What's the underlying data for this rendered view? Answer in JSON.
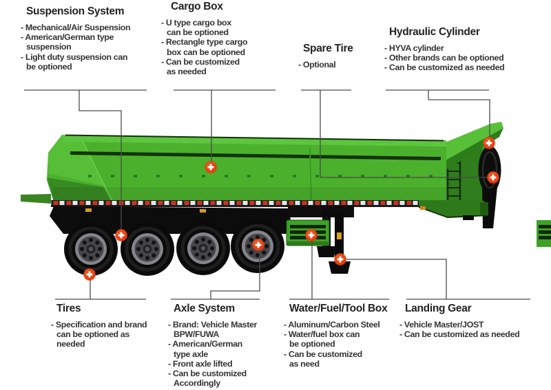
{
  "colors": {
    "accent_orange": "#e8481c",
    "connector_gray": "#4a4a4a",
    "trailer_green": "#4bb12d",
    "text_dark": "#2d2d2d"
  },
  "sections": [
    {
      "id": "suspension-system",
      "title": "Suspension System",
      "lines": [
        "- Mechanical/Air Suspension",
        "- American/German type",
        "suspension",
        "- Light duty suspension can",
        "be optioned"
      ]
    },
    {
      "id": "cargo-box",
      "title": "Cargo Box",
      "lines": [
        "- U type cargo box",
        "can be optioned",
        "- Rectangle type cargo",
        "box can be optioned",
        "- Can be customized",
        "as needed"
      ]
    },
    {
      "id": "spare-tire",
      "title": "Spare Tire",
      "lines": [
        "- Optional"
      ]
    },
    {
      "id": "hydraulic-cylinder",
      "title": "Hydraulic Cylinder",
      "lines": [
        "- HYVA cylinder",
        "- Other brands can be optioned",
        "- Can be customized as needed"
      ]
    },
    {
      "id": "tires",
      "title": "Tires",
      "lines": [
        "- Specification and brand",
        "can be optioned as",
        "needed"
      ]
    },
    {
      "id": "axle-system",
      "title": "Axle System",
      "lines": [
        "- Brand: Vehicle Master",
        "BPW/FUWA",
        "- American/German",
        "type axle",
        "- Front axle lifted",
        "- Can be customized",
        "Accordingly"
      ]
    },
    {
      "id": "water-fuel-tool-box",
      "title": "Water/Fuel/Tool Box",
      "lines": [
        "- Aluminum/Carbon Steel",
        "- Water/fuel box can",
        "be optioned",
        "- Can be customized",
        "as need"
      ]
    },
    {
      "id": "landing-gear",
      "title": "Landing Gear",
      "lines": [
        "- Vehicle Master/JOST",
        "- Can be customized as needed"
      ]
    }
  ],
  "markers": [
    {
      "target": "suspension-system",
      "icon": "plus-icon"
    },
    {
      "target": "cargo-box",
      "icon": "plus-icon"
    },
    {
      "target": "spare-tire",
      "icon": "plus-icon"
    },
    {
      "target": "hydraulic-cylinder",
      "icon": "plus-icon"
    },
    {
      "target": "tires",
      "icon": "plus-icon"
    },
    {
      "target": "axle-system",
      "icon": "plus-icon"
    },
    {
      "target": "water-fuel-tool-box",
      "icon": "plus-icon"
    },
    {
      "target": "landing-gear",
      "icon": "plus-icon"
    }
  ]
}
